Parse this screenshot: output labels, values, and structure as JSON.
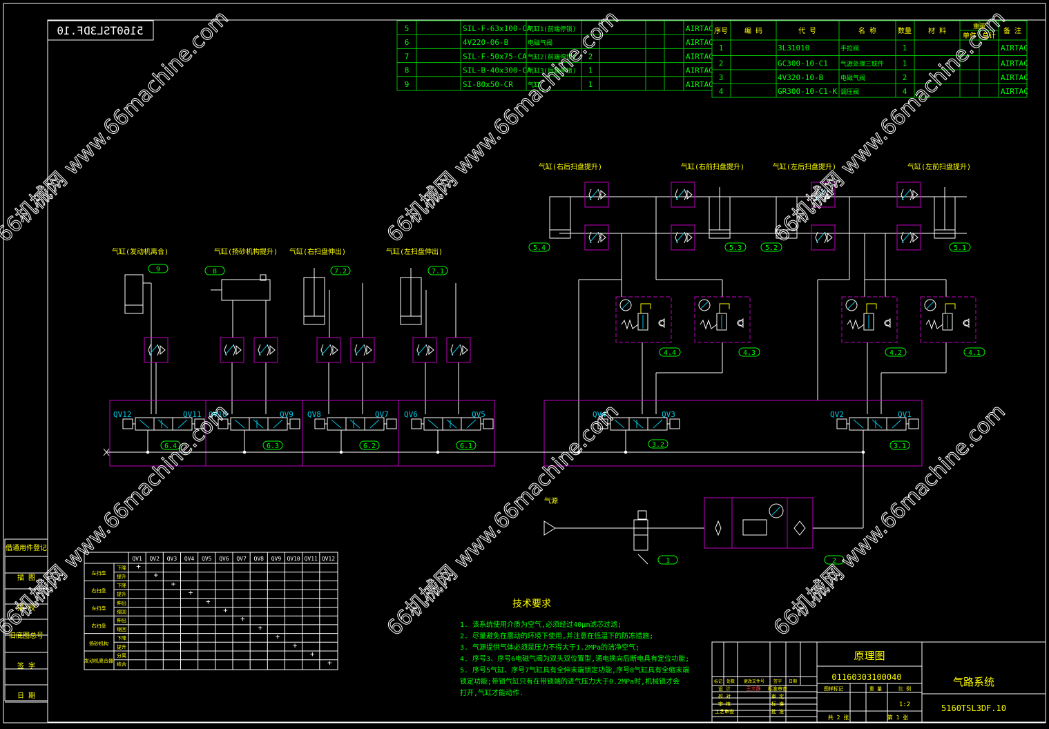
{
  "drawing_code_mirror": "5160TSL3DF.10",
  "bom_left": [
    {
      "no": "5",
      "code": "SIL-F-63x100-CA",
      "name": "气缸1(前端停锁)",
      "qty": "",
      "brand": "AIRTAC"
    },
    {
      "no": "6",
      "code": "4V220-06-B",
      "name": "电磁气阀",
      "qty": "",
      "brand": "AIRTAC"
    },
    {
      "no": "7",
      "code": "SIL-F-50x75-CA",
      "name": "气缸2(前端停锁)",
      "qty": "2",
      "brand": "AIRTAC"
    },
    {
      "no": "8",
      "code": "SIL-B-40x300-CA",
      "name": "气缸3(后端停锁)",
      "qty": "1",
      "brand": "AIRTAC"
    },
    {
      "no": "9",
      "code": "SI-80x50-CR",
      "name": "气缸",
      "qty": "1",
      "brand": "AIRTAC"
    }
  ],
  "bom_right_header": [
    "序号",
    "编 码",
    "代 号",
    "名 称",
    "数量",
    "材 料",
    "单件",
    "总计",
    "备 注"
  ],
  "bom_right_weight_header": "重量",
  "bom_right": [
    {
      "no": "1",
      "code": "3L31010",
      "name": "手拉阀",
      "qty": "1",
      "brand": "AIRTAC"
    },
    {
      "no": "2",
      "code": "GC300-10-C1",
      "name": "气源处理三联件",
      "qty": "1",
      "brand": "AIRTAC"
    },
    {
      "no": "3",
      "code": "4V320-10-B",
      "name": "电磁气阀",
      "qty": "2",
      "brand": "AIRTAC"
    },
    {
      "no": "4",
      "code": "GR300-10-C1-K",
      "name": "调压阀",
      "qty": "4",
      "brand": "AIRTAC"
    }
  ],
  "cyl_labels": {
    "c54": "气缸(右后扫盘提升)",
    "c53": "气缸(右前扫盘提升)",
    "c52": "气缸(左后扫盘提升)",
    "c51": "气缸(左前扫盘提升)",
    "c9": "气缸(发动机离合)",
    "c8": "气缸(扬砂机构提升)",
    "c72": "气缸(右扫盘伸出)",
    "c71": "气缸(左扫盘伸出)"
  },
  "tags": {
    "t54": "5.4",
    "t53": "5.3",
    "t52": "5.2",
    "t51": "5.1",
    "t9": "9",
    "t8": "8",
    "t72": "7.2",
    "t71": "7.1",
    "t44": "4.4",
    "t43": "4.3",
    "t42": "4.2",
    "t41": "4.1",
    "t64": "6.4",
    "t63": "6.3",
    "t62": "6.2",
    "t61": "6.1",
    "t32": "3.2",
    "t31": "3.1",
    "t1": "1",
    "t2": "2"
  },
  "valve_labels": {
    "qv12": "QV12",
    "qv11": "QV11",
    "qv10": "QV10",
    "qv9": "QV9",
    "qv8": "QV8",
    "qv7": "QV7",
    "qv6": "QV6",
    "qv5": "QV5",
    "qv4": "QV4",
    "qv3": "QV3",
    "qv2": "QV2",
    "qv1": "QV1"
  },
  "air_source": "气源",
  "left_side_labels": [
    "借通用件登记",
    "描 图",
    "描 校",
    "旧底图总号",
    "签 字",
    "日 期"
  ],
  "matrix": {
    "columns": [
      "QV1",
      "QV2",
      "QV3",
      "QV4",
      "QV5",
      "QV6",
      "QV7",
      "QV8",
      "QV9",
      "QV10",
      "QV11",
      "QV12"
    ],
    "groups": [
      {
        "label": "左扫盘",
        "subs": [
          "下降",
          "提升"
        ]
      },
      {
        "label": "右扫盘",
        "subs": [
          "下降",
          "提升"
        ]
      },
      {
        "label": "左扫盘",
        "subs": [
          "伸出",
          "缩回"
        ]
      },
      {
        "label": "右扫盘",
        "subs": [
          "伸出",
          "缩回"
        ]
      },
      {
        "label": "扬砂机构",
        "subs": [
          "下降",
          "提升"
        ]
      },
      {
        "label": "发动机离合器",
        "subs": [
          "分离",
          "结合"
        ]
      }
    ],
    "mark": "+"
  },
  "tech": {
    "title": "技术要求",
    "lines": [
      "1. 该系统使用介质为空气,必须经过40μm滤芯过滤;",
      "2. 尽量避免在震动的环境下使用,并注意在低温下的防冻措施;",
      "3. 气源提供气体必须是压力不得大于1.2MPa的洁净空气;",
      "4. 序号3、序号6电磁气阀为双头双位置型,通电换向后断电具有定位功能;",
      "5. 序号5气缸、序号7气缸具有全伸末端锁定功能,序号8气缸具有全缩末端",
      "   锁定功能;带锁气缸只有在带锁端的进气压力大于0.2MPa时,机械锁才会",
      "   打开,气缸才能动作."
    ]
  },
  "title_block": {
    "drawing_name": "原理图",
    "drawing_no": "01160303100040",
    "product": "气路系统",
    "code": "5160TSL3DF.10",
    "scale": "1:2",
    "sheet_total": "共 2 张",
    "sheet_no": "第 1 张",
    "rev_header": [
      "标记",
      "处数",
      "更改文件号",
      "签字",
      "日期"
    ],
    "roles": [
      "设 计",
      "校 对",
      "审 核",
      "工艺审查"
    ],
    "roles2": [
      "标准审查",
      "审 定",
      "标 准",
      "批 准"
    ],
    "designer": "王文静",
    "stage_header": [
      "图样标记",
      "重 量",
      "比 例"
    ]
  },
  "watermark": "66机械网 www.66machine.com",
  "colors": {
    "line": "#ffffff",
    "border": "#ffffff",
    "table": "#00c000",
    "text_green": "#00ff00",
    "symbol": "#c000c0",
    "valve": "#00c8e6",
    "tag": "#00ff00",
    "watermark": "#ffffff",
    "marker": "#ffff00"
  }
}
